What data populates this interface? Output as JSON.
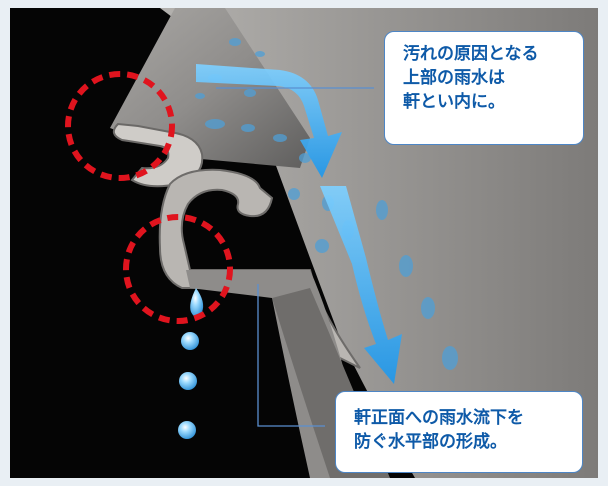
{
  "colors": {
    "background": "#e9eff4",
    "photo_background": "#050505",
    "metal": "#9a9896",
    "accent_blue": "#2aa6f0",
    "callout_text": "#0e5aa8",
    "callout_border": "#4d86c6",
    "highlight_circle": "#e0141e"
  },
  "callouts": {
    "top": {
      "lines": [
        "汚れの原因となる",
        "上部の雨水は",
        "軒とい内に。"
      ]
    },
    "bottom": {
      "lines": [
        "軒正面への雨水流下を",
        "防ぐ水平部の形成。"
      ]
    }
  },
  "icons": {
    "flow_arrows": "downward-arrow-icon",
    "water_drops": "water-drop-icon",
    "highlight": "dashed-circle-icon"
  }
}
